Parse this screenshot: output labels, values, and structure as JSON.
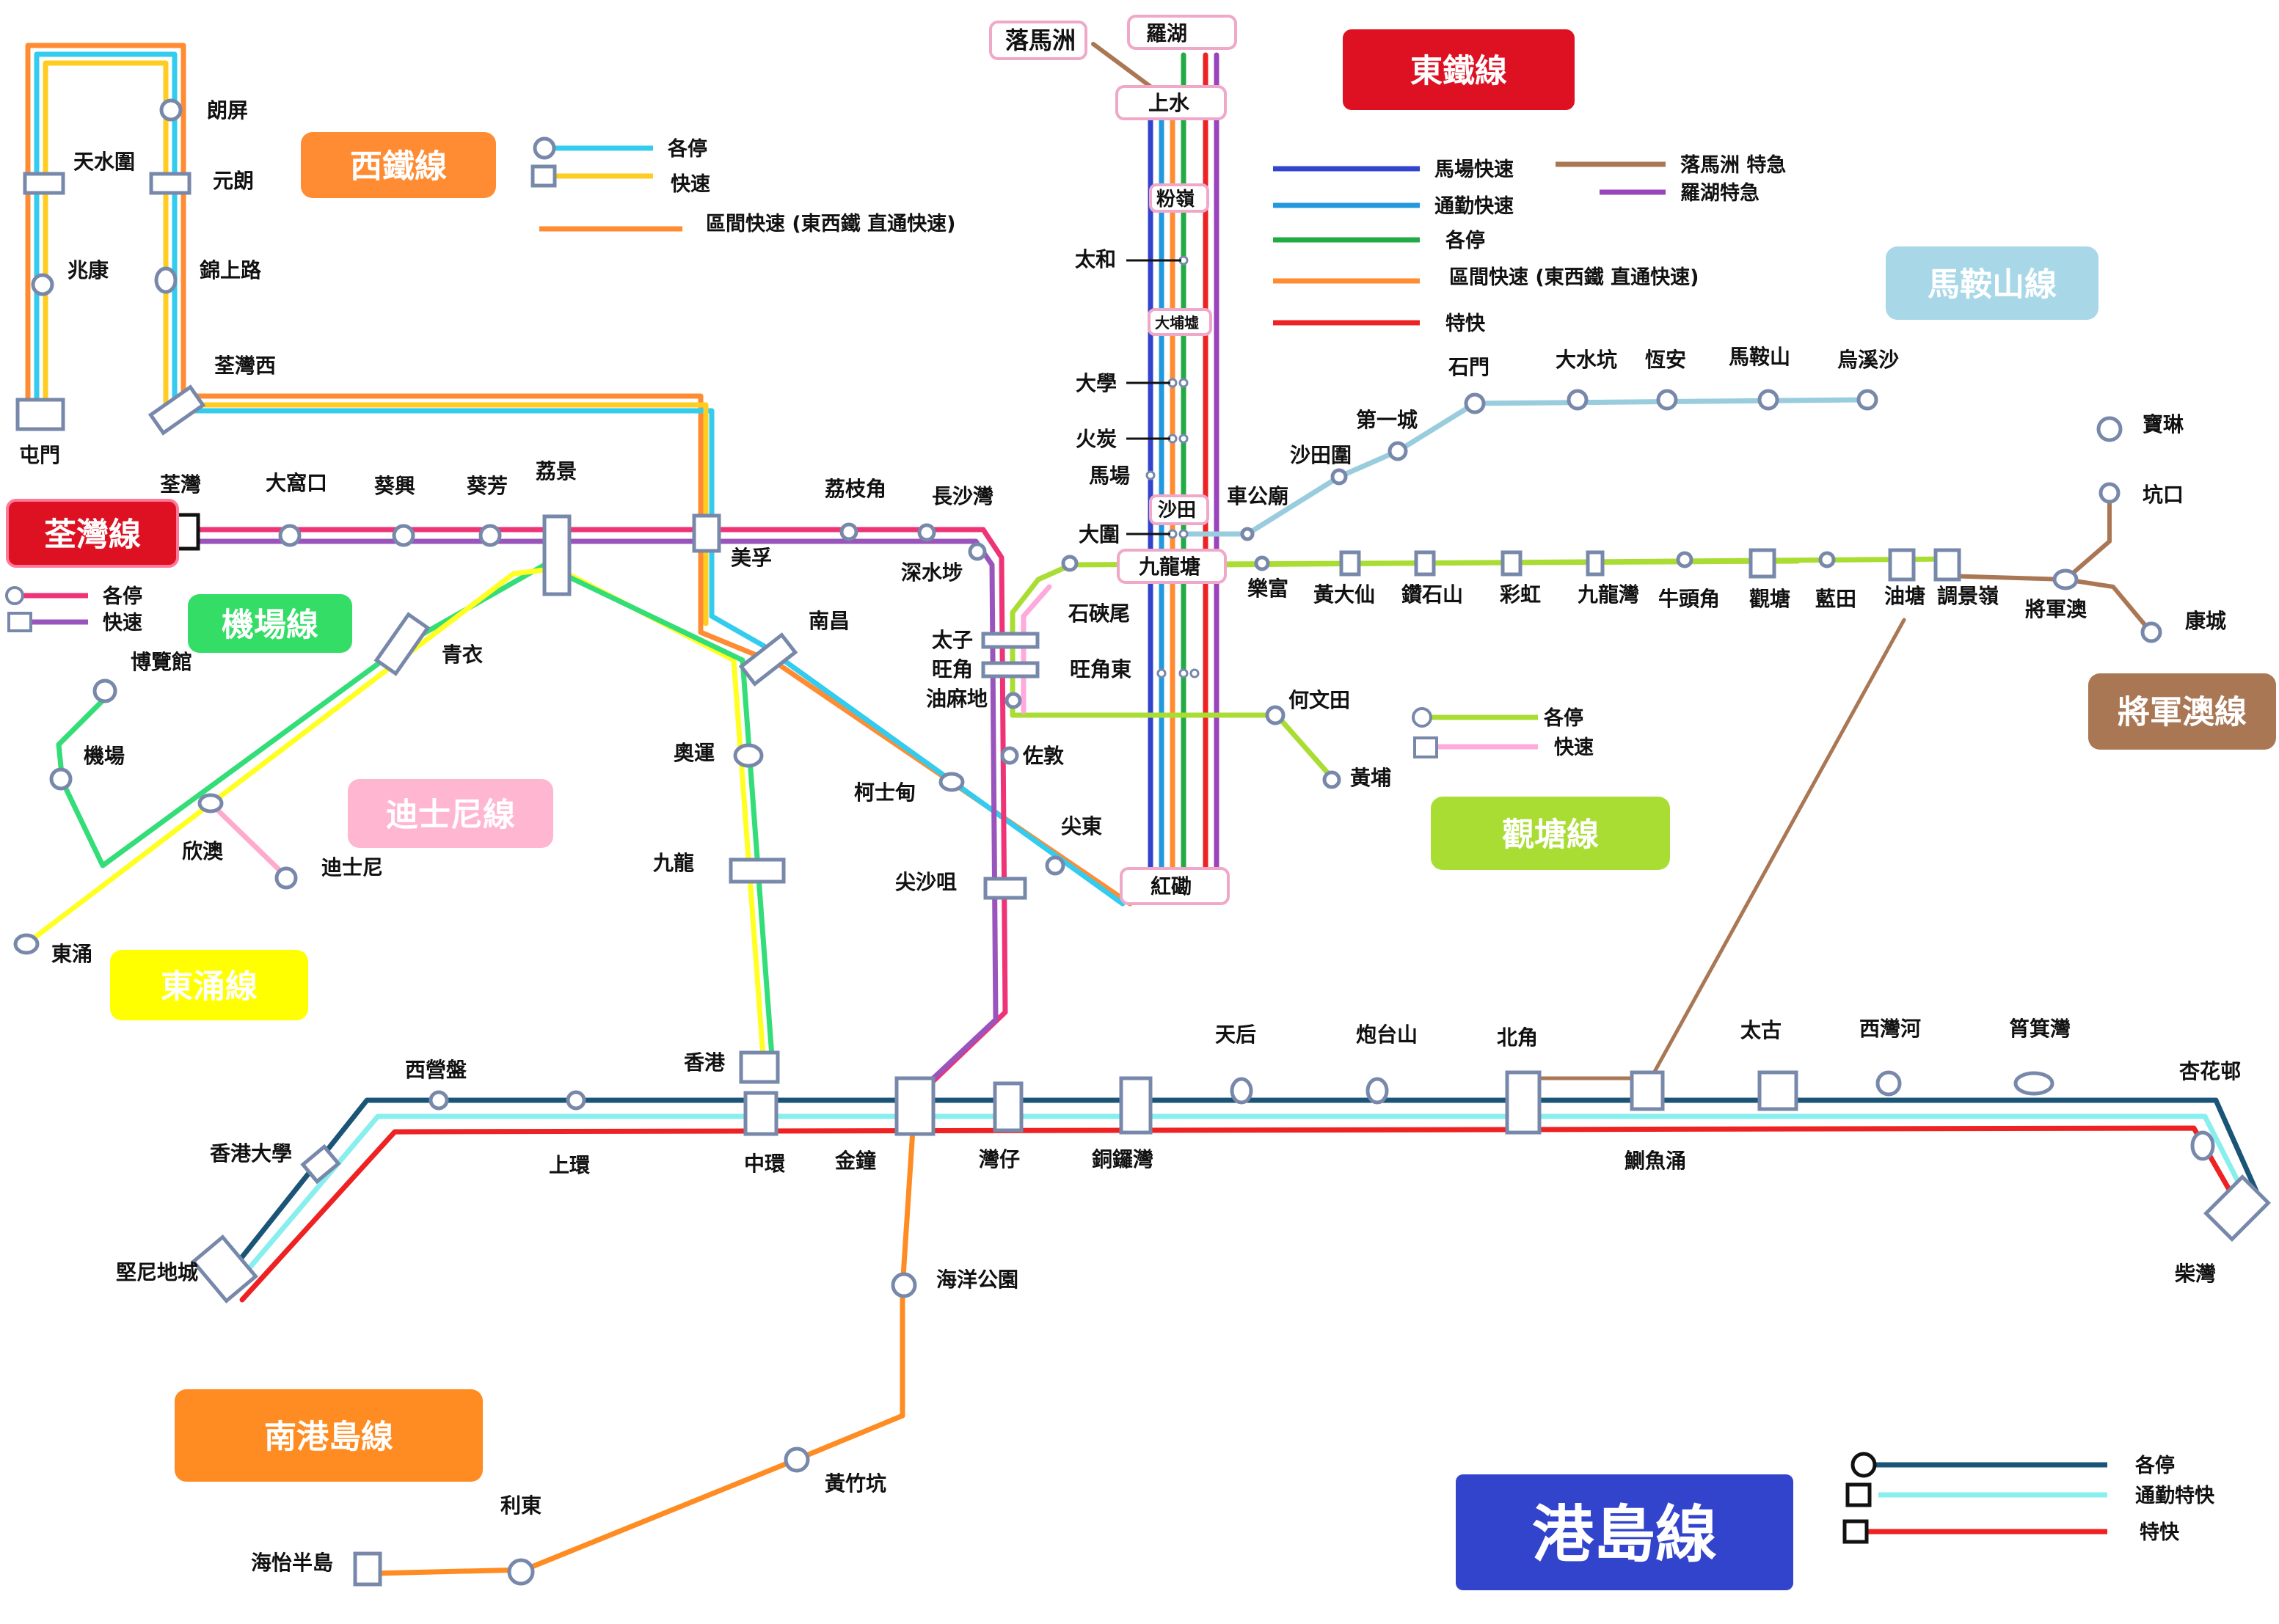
{
  "colors": {
    "east_rail_express_mb": "#3344cc",
    "east_rail_commuter": "#2299dd",
    "east_rail_all_stop": "#22aa44",
    "east_rail_interval": "#ff8c33",
    "east_rail_limited": "#ee2222",
    "lok_ma_chau": "#aa7755",
    "lo_wu": "#9944bb",
    "west_rail_all_stop": "#33ccee",
    "west_rail_express": "#ffcc22",
    "tsuen_wan_all_stop": "#ee3377",
    "tsuen_wan_express": "#9955bb",
    "airport": "#33dd77",
    "tung_chung": "#ffff22",
    "disneyland": "#ffaacc",
    "ma_on_shan": "#99ccdd",
    "tseung_kwan_o": "#aa7755",
    "kwun_tong_all_stop": "#aadd33",
    "kwun_tong_express": "#ffaadd",
    "island_all_stop": "#1a5577",
    "island_commuter": "#88eeee",
    "island_limited": "#ee2222",
    "south_island": "#ff8c22",
    "station_outline": "#7788aa"
  },
  "line_labels": {
    "east_rail": "東鐵線",
    "west_rail": "西鐵線",
    "tsuen_wan": "荃灣線",
    "airport": "機場線",
    "disneyland": "迪士尼線",
    "tung_chung": "東涌線",
    "ma_on_shan": "馬鞍山線",
    "tseung_kwan_o": "將軍澳線",
    "kwun_tong": "觀塘線",
    "south_island": "南港島線",
    "island": "港島線"
  },
  "legends": {
    "west_rail": {
      "all_stop": "各停",
      "express": "快速",
      "interval": "區間快速 (東西鐵 直通快速)"
    },
    "east_rail": {
      "mong_kok_express": "馬場快速",
      "commuter_express": "通勤快速",
      "all_stop": "各停",
      "interval": "區間快速 (東西鐵 直通快速)",
      "limited": "特快",
      "lok_ma_chau_limited": "落馬洲 特急",
      "lo_wu_limited": "羅湖特急"
    },
    "tsuen_wan": {
      "all_stop": "各停",
      "express": "快速"
    },
    "kwun_tong": {
      "all_stop": "各停",
      "express": "快速"
    },
    "island": {
      "all_stop": "各停",
      "commuter": "通勤特快",
      "limited": "特快"
    }
  },
  "stations": {
    "tuen_mun": "屯門",
    "siu_hong": "兆康",
    "tin_shui_wai": "天水圍",
    "long_ping": "朗屏",
    "yuen_long": "元朗",
    "kam_sheung_road": "錦上路",
    "tsuen_wan_west": "荃灣西",
    "lok_ma_chau": "落馬洲",
    "lo_wu": "羅湖",
    "sheung_shui": "上水",
    "fanling": "粉嶺",
    "tai_wo": "太和",
    "tai_po_market": "大埔墟",
    "university": "大學",
    "fo_tan": "火炭",
    "racecourse": "馬場",
    "sha_tin": "沙田",
    "tai_wai": "大圍",
    "kowloon_tong": "九龍塘",
    "hung_hom": "紅磡",
    "tsuen_wan": "荃灣",
    "tai_wo_hau": "大窩口",
    "kwai_hing": "葵興",
    "kwai_fong": "葵芳",
    "lai_king": "荔景",
    "mei_foo": "美孚",
    "lai_chi_kok": "荔枝角",
    "cheung_sha_wan": "長沙灣",
    "sham_shui_po": "深水埗",
    "prince_edward": "太子",
    "mong_kok": "旺角",
    "yau_ma_tei": "油麻地",
    "jordan": "佐敦",
    "tsim_sha_tsui": "尖沙咀",
    "tsim_sha_tsui_east": "尖東",
    "nam_cheong": "南昌",
    "austin": "柯士甸",
    "olympic": "奧運",
    "kowloon": "九龍",
    "hong_kong": "香港",
    "tsing_yi": "青衣",
    "sunny_bay": "欣澳",
    "disneyland_resort": "迪士尼",
    "airport": "機場",
    "asia_world_expo": "博覽館",
    "tung_chung": "東涌",
    "shek_kip_mei": "石硤尾",
    "mong_kok_east": "旺角東",
    "ho_man_tin": "何文田",
    "whampoa": "黃埔",
    "lok_fu": "樂富",
    "wong_tai_sin": "黃大仙",
    "diamond_hill": "鑽石山",
    "choi_hung": "彩虹",
    "kowloon_bay": "九龍灣",
    "ngau_tau_kok": "牛頭角",
    "kwun_tong": "觀塘",
    "lam_tin": "藍田",
    "yau_tong": "油塘",
    "tiu_keng_leng": "調景嶺",
    "tseung_kwan_o": "將軍澳",
    "po_lam": "寶琳",
    "hang_hau": "坑口",
    "lohas_park": "康城",
    "che_kung_temple": "車公廟",
    "sha_tin_wai": "沙田圍",
    "city_one": "第一城",
    "shek_mun": "石門",
    "tai_shui_hang": "大水坑",
    "heng_on": "恆安",
    "ma_on_shan": "馬鞍山",
    "wu_kai_sha": "烏溪沙",
    "kennedy_town": "堅尼地城",
    "hku": "香港大學",
    "sai_ying_pun": "西營盤",
    "sheung_wan": "上環",
    "central": "中環",
    "admiralty": "金鐘",
    "wan_chai": "灣仔",
    "causeway_bay": "銅鑼灣",
    "tin_hau": "天后",
    "fortress_hill": "炮台山",
    "north_point": "北角",
    "quarry_bay": "鰂魚涌",
    "tai_koo": "太古",
    "sai_wan_ho": "西灣河",
    "shau_kei_wan": "筲箕灣",
    "heng_fa_chuen": "杏花邨",
    "chai_wan": "柴灣",
    "ocean_park": "海洋公園",
    "wong_chuk_hang": "黃竹坑",
    "lei_tung": "利東",
    "south_horizons": "海怡半島"
  }
}
